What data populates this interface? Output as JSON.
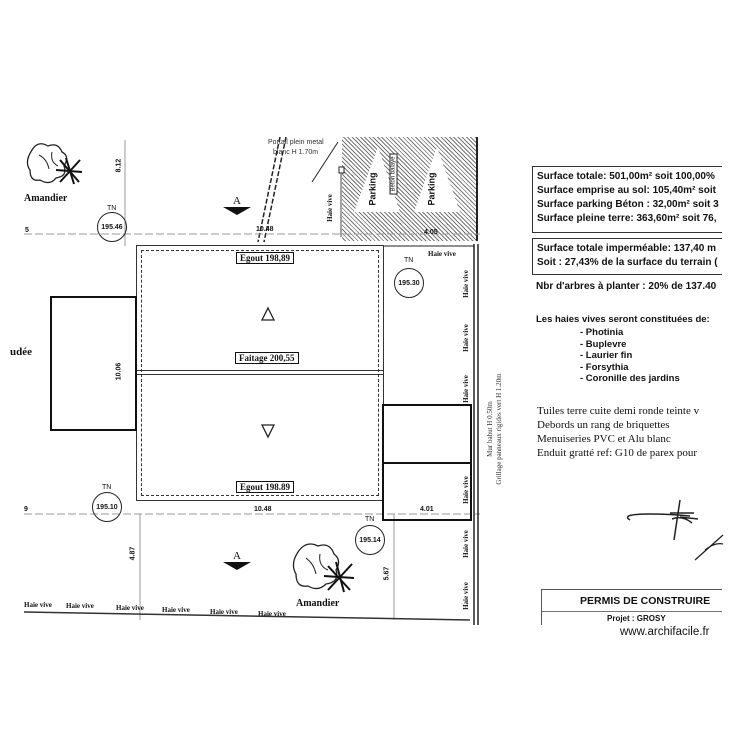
{
  "plan": {
    "egout_top": "Egout 198,89",
    "faitage": "Faitage 200,55",
    "egout_bottom": "Egout 198.89",
    "tn_label": "TN",
    "tn_values": [
      "195.46",
      "195.30",
      "195.10",
      "195.14"
    ],
    "dimensions": {
      "d1": "8.12",
      "d2": "10.48",
      "d3": "4.05",
      "d4": "10.06",
      "d5": "10.48",
      "d6": "4.01",
      "d7": "4.87",
      "d8": "5.67",
      "left_top": "5",
      "left_bottom": "9"
    },
    "section_marker": "A",
    "tree_label": "Amandier",
    "parking_label": "Parking",
    "beton_label": "Béton balayé",
    "portail": [
      "Portail plein metal",
      "blanc H 1.70m"
    ],
    "hedge_label": "Haie vive",
    "left_partial": "udée",
    "wall_note": [
      "Mur bahut H 0.50m",
      "Grillage panneaux rigides vert H 1.20m"
    ]
  },
  "surfaces": {
    "box1": [
      "Surface totale: 501,00m² soit 100,00%",
      "Surface emprise au sol: 105,40m² soit",
      "Surface parking Béton : 32,00m² soit 3",
      "Surface pleine terre: 363,60m² soit 76,"
    ],
    "box2": [
      "Surface totale imperméable: 137,40 m",
      "Soit : 27,43% de la surface du terrain ("
    ],
    "arbres": "Nbr d'arbres à planter : 20% de 137.40",
    "haies_title": "Les haies vives seront constituées de:",
    "haies": [
      "- Photinia",
      "- Buplevre",
      "- Laurier fin",
      "- Forsythia",
      "- Coronille des jardins"
    ]
  },
  "materials": [
    "Tuiles terre cuite demi ronde teinte v",
    "Debords un rang de briquettes",
    "Menuiseries PVC et Alu blanc",
    "Enduit gratté ref: G10 de parex pour"
  ],
  "title_block": {
    "title": "PERMIS DE CONSTRUIRE",
    "project": "Projet : GROSY"
  },
  "watermark": "www.archifacile.fr"
}
